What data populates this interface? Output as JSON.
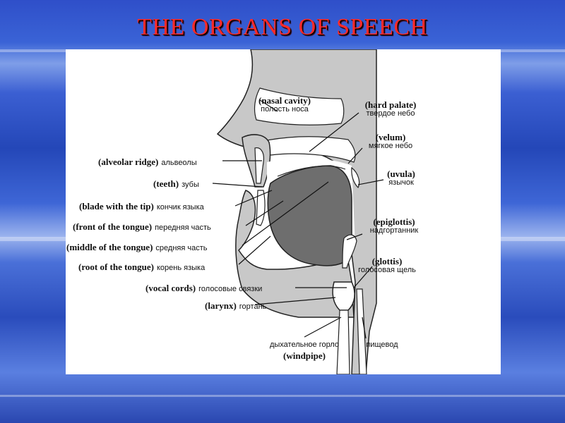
{
  "title": "THE ORGANS OF SPEECH",
  "labels": {
    "nasal_cavity_en": "(nasal cavity)",
    "nasal_cavity_ru": "полость носа",
    "hard_palate_en": "(hard palate)",
    "hard_palate_ru": "твердое небо",
    "velum_en": "(velum)",
    "velum_ru": "мягкое небо",
    "uvula_en": "(uvula)",
    "uvula_ru": "язычок",
    "epiglottis_en": "(epiglottis)",
    "epiglottis_ru": "надгортанник",
    "glottis_en": "(glottis)",
    "glottis_ru": "голосовая щель",
    "alveolar_ridge_en": "(alveolar ridge)",
    "alveolar_ridge_ru": "альвеолы",
    "teeth_en": "(teeth)",
    "teeth_ru": "зубы",
    "blade_en": "(blade with the tip)",
    "blade_ru": "кончик языка",
    "front_en": "(front of the tongue)",
    "front_ru": "передняя часть",
    "middle_en": "(middle of the tongue)",
    "middle_ru": "средняя часть",
    "root_en": "(root of the tongue)",
    "root_ru": "корень языка",
    "vocal_cords_en": "(vocal cords)",
    "vocal_cords_ru": "голосовые связки",
    "larynx_en": "(larynx)",
    "larynx_ru": "гортань",
    "windpipe_ru": "дыхательное горло",
    "windpipe_en": "(windpipe)",
    "esophagus_ru": "пищевод"
  },
  "colors": {
    "title": "#ff2a2a",
    "tissue": "#c8c8c8",
    "tongue": "#6e6e6e",
    "ink": "#111111"
  }
}
